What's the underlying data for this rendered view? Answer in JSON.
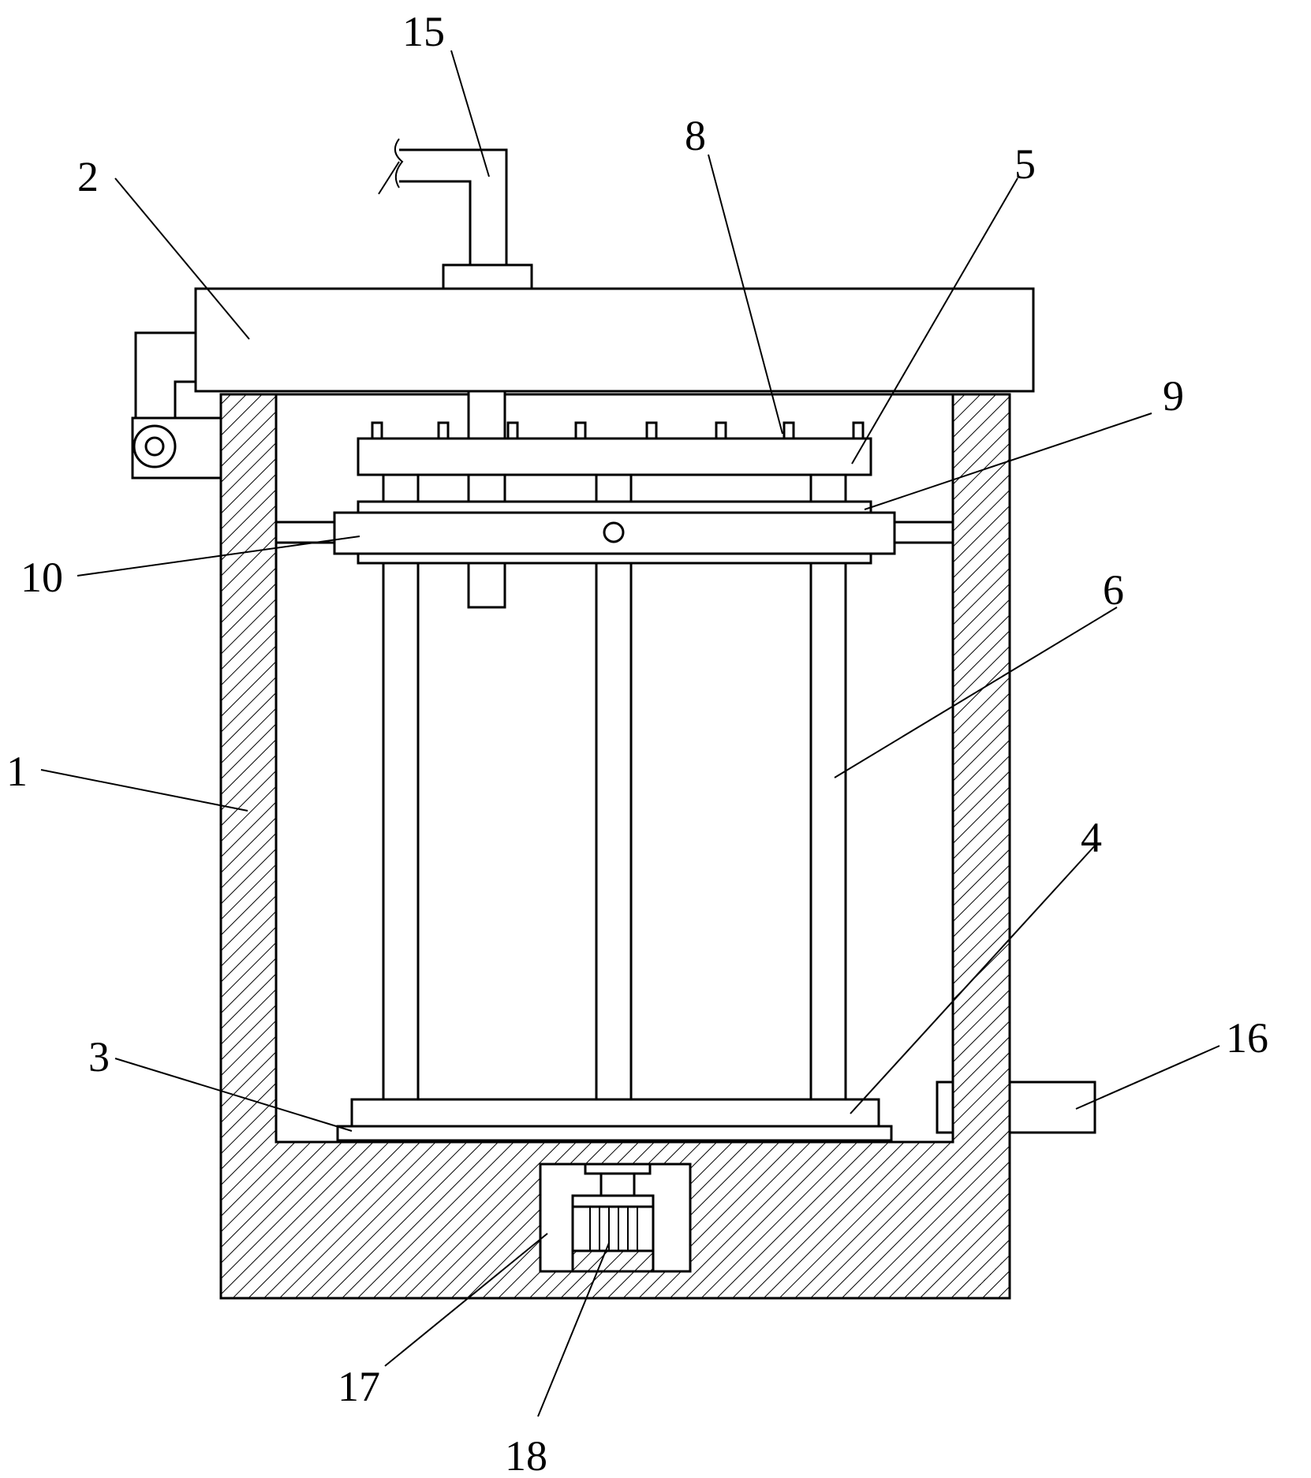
{
  "labels": {
    "l1": "1",
    "l2": "2",
    "l3": "3",
    "l4": "4",
    "l5": "5",
    "l6": "6",
    "l8": "8",
    "l9": "9",
    "l10": "10",
    "l15": "15",
    "l16": "16",
    "l17": "17",
    "l18": "18"
  }
}
